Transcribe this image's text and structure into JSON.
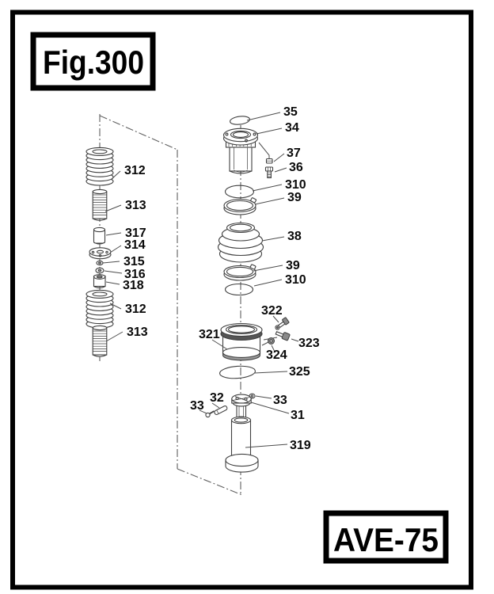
{
  "figure": {
    "title": "Fig.300",
    "model": "AVE-75"
  },
  "part_labels": {
    "left": [
      "312",
      "313",
      "317",
      "314",
      "315",
      "316",
      "318",
      "312",
      "313"
    ],
    "right": [
      "35",
      "34",
      "37",
      "36",
      "310",
      "39",
      "38",
      "39",
      "310",
      "322",
      "321",
      "323",
      "324",
      "325",
      "32",
      "33",
      "33",
      "31",
      "319"
    ]
  },
  "colors": {
    "frame": "#000000",
    "label_ink": "#0a0a0a",
    "drawing_ink": "#3f3f3f",
    "background": "#ffffff"
  }
}
